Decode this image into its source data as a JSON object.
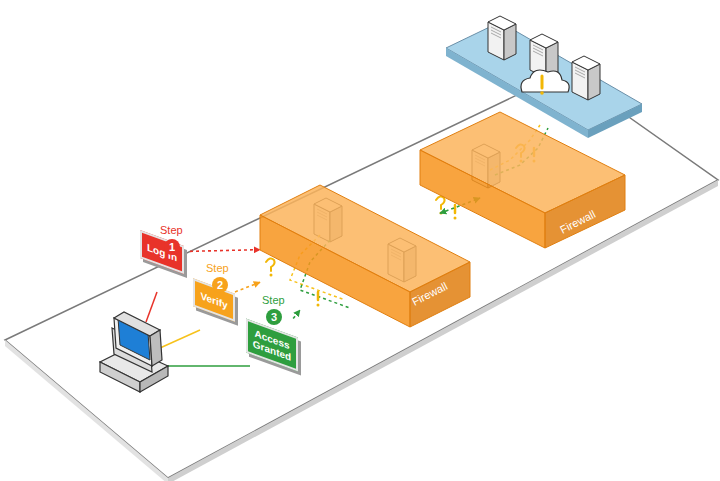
{
  "diagram": {
    "nodes": [
      {
        "text": [
          "Log In"
        ]
      },
      {
        "text": [
          "Verify"
        ]
      },
      {
        "text": [
          "Access Granted"
        ]
      },
      {
        "text": [
          "Firewall"
        ]
      },
      {
        "text": [
          "Firewall"
        ]
      }
    ],
    "edges": [
      {
        "from": 0,
        "to": 3,
        "arrow": "to"
      },
      {
        "from": 1,
        "to": 3,
        "arrow": "to"
      },
      {
        "from": 2,
        "to": 3,
        "arrow": "to"
      },
      {
        "from": 3,
        "to": 4,
        "arrow": "both"
      }
    ],
    "labels": [
      "Step",
      "1",
      "Step",
      "2",
      "Step",
      "3"
    ]
  }
}
